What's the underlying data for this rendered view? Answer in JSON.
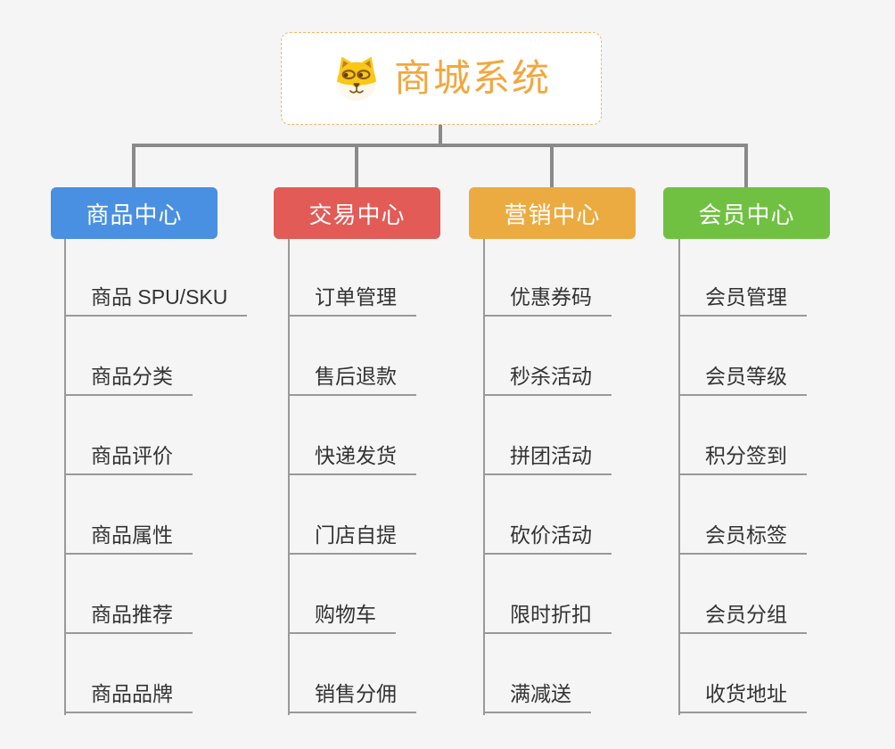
{
  "page": {
    "background_color": "#f5f5f6",
    "connector_color": "#8a8a8a",
    "leaf_line_color": "#999999",
    "leaf_text_color": "#333333"
  },
  "root": {
    "title": "商城系统",
    "icon": "shiba-dog-icon",
    "text_color": "#f2a73d",
    "border_color": "#f2b763",
    "background": "#ffffff"
  },
  "branches": [
    {
      "label": "商品中心",
      "color": "#4a90e2",
      "items": [
        "商品 SPU/SKU",
        "商品分类",
        "商品评价",
        "商品属性",
        "商品推荐",
        "商品品牌"
      ]
    },
    {
      "label": "交易中心",
      "color": "#e25b56",
      "items": [
        "订单管理",
        "售后退款",
        "快递发货",
        "门店自提",
        "购物车",
        "销售分佣"
      ]
    },
    {
      "label": "营销中心",
      "color": "#ecab40",
      "items": [
        "优惠券码",
        "秒杀活动",
        "拼团活动",
        "砍价活动",
        "限时折扣",
        "满减送"
      ]
    },
    {
      "label": "会员中心",
      "color": "#70c142",
      "items": [
        "会员管理",
        "会员等级",
        "积分签到",
        "会员标签",
        "会员分组",
        "收货地址"
      ]
    }
  ]
}
